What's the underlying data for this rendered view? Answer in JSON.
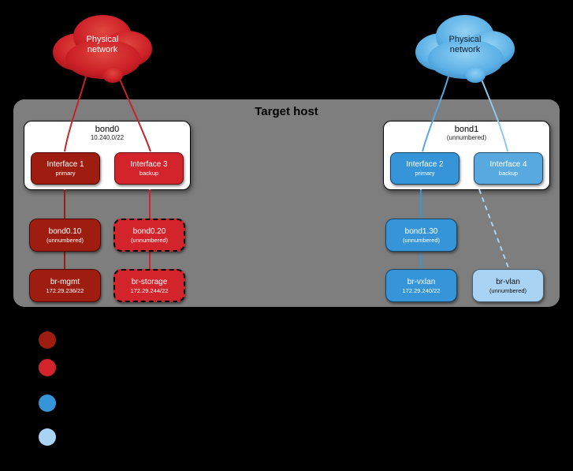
{
  "host": {
    "title": "Target host"
  },
  "clouds": {
    "left": {
      "label": "Physical\nnetwork"
    },
    "right": {
      "label": "Physical\nnetwork"
    }
  },
  "bonds": {
    "bond0": {
      "name": "bond0",
      "subtitle": "10.240.0/22",
      "interfaces": [
        {
          "name": "Interface 1",
          "role": "primary"
        },
        {
          "name": "Interface 3",
          "role": "backup"
        }
      ]
    },
    "bond1": {
      "name": "bond1",
      "subtitle": "(unnumbered)",
      "interfaces": [
        {
          "name": "Interface 2",
          "role": "primary"
        },
        {
          "name": "Interface 4",
          "role": "backup"
        }
      ]
    }
  },
  "vlans": {
    "bond0_10": {
      "name": "bond0.10",
      "subtitle": "(unnumbered)"
    },
    "bond0_20": {
      "name": "bond0.20",
      "subtitle": "(unnumbered)"
    },
    "bond1_30": {
      "name": "bond1.30",
      "subtitle": "(unnumbered)"
    }
  },
  "bridges": {
    "br_mgmt": {
      "name": "br-mgmt",
      "subtitle": "172.29.236/22"
    },
    "br_storage": {
      "name": "br-storage",
      "subtitle": "172.29.244/22"
    },
    "br_vxlan": {
      "name": "br-vxlan",
      "subtitle": "172.29.240/22"
    },
    "br_vlan": {
      "name": "br-vlan",
      "subtitle": "(unnumbered)"
    }
  },
  "colors": {
    "dark_red": "#9e1c10",
    "red": "#d4242b",
    "blue": "#3595d8",
    "blue_light_interface": "#57a9df",
    "light_blue": "#a9d3f4",
    "host_background": "#7e7e7e",
    "cloud_red": "#cc2027",
    "cloud_blue": "#5cb1e6"
  },
  "legend": {
    "swatches": [
      {
        "name": "dark-red",
        "color": "#9e1c10"
      },
      {
        "name": "red",
        "color": "#d4242b"
      },
      {
        "name": "blue",
        "color": "#3595d8"
      },
      {
        "name": "light-blue",
        "color": "#a9d3f4"
      }
    ]
  }
}
